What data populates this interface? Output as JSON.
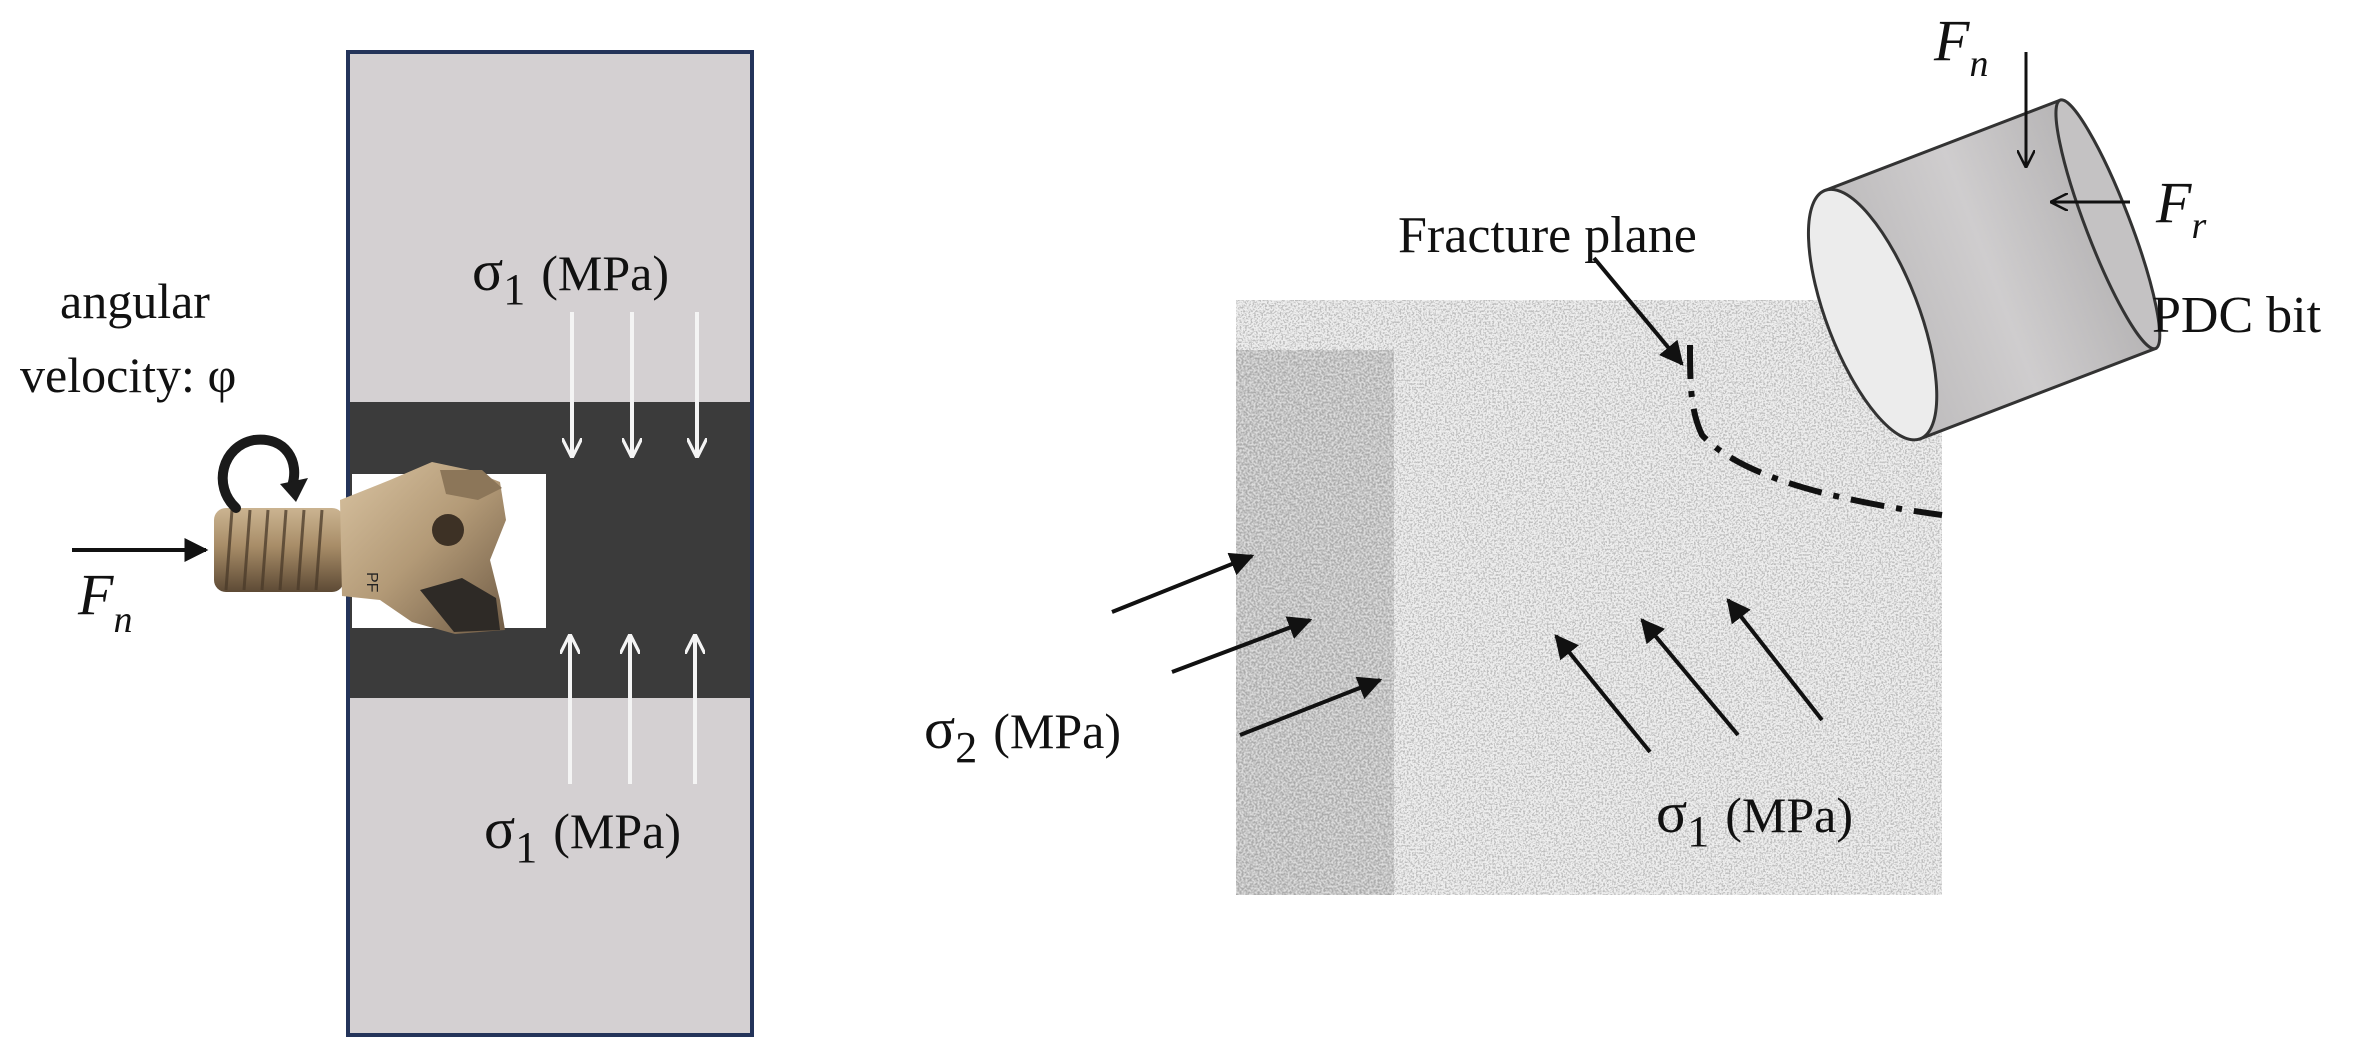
{
  "left_panel": {
    "stress_top": {
      "symbol": "σ",
      "subscript": "1",
      "unit": "(MPa)"
    },
    "stress_bottom": {
      "symbol": "σ",
      "subscript": "1",
      "unit": "(MPa)"
    },
    "angular_velocity_line1": "angular",
    "angular_velocity_line2": "velocity: φ",
    "force": {
      "symbol": "F",
      "subscript": "n"
    },
    "bit_marking": "PF"
  },
  "right_panel": {
    "fracture_label": "Fracture plane",
    "bit_label": "PDC bit",
    "force_normal": {
      "symbol": "F",
      "subscript": "n"
    },
    "force_radial": {
      "symbol": "F",
      "subscript": "r"
    },
    "stress_sigma2": {
      "symbol": "σ",
      "subscript": "2",
      "unit": "(MPa)"
    },
    "stress_sigma1": {
      "symbol": "σ",
      "subscript": "1",
      "unit": "(MPa)"
    }
  },
  "colors": {
    "rock_light": "#d4d0d2",
    "channel_dark": "#3b3b3b",
    "frame_border": "#24345a",
    "bit_bronze": "#a8906f",
    "cutter_grey": "#c9c7c8"
  }
}
